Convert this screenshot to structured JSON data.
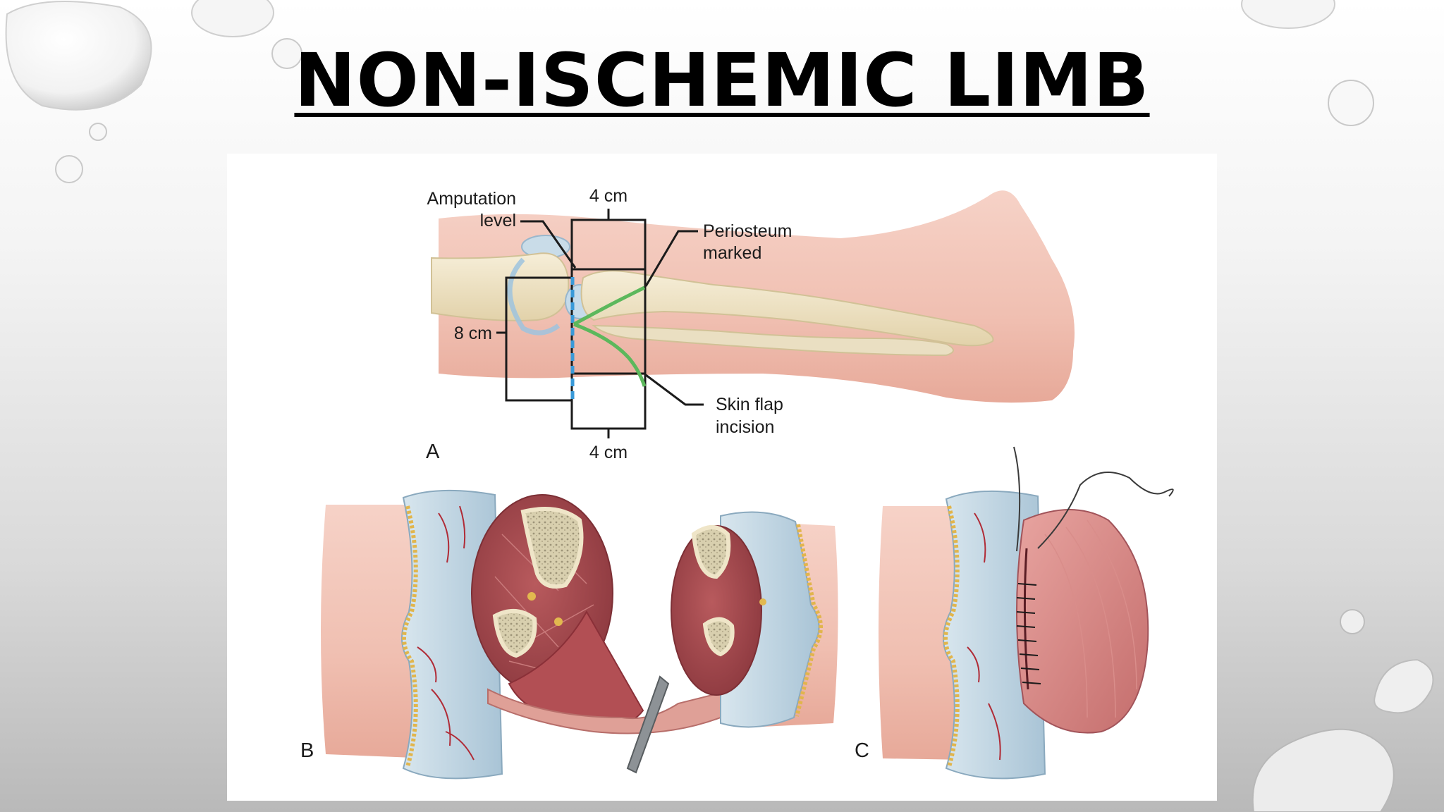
{
  "slide": {
    "title": "NON-ISCHEMIC LIMB"
  },
  "figure": {
    "panel_labels": {
      "a": "A",
      "b": "B",
      "c": "C"
    },
    "annotations": {
      "amputation_level_line1": "Amputation",
      "amputation_level_line2": "level",
      "top_width": "4 cm",
      "bottom_width": "4 cm",
      "height": "8 cm",
      "periosteum_line1": "Periosteum",
      "periosteum_line2": "marked",
      "skin_flap_line1": "Skin flap",
      "skin_flap_line2": "incision"
    },
    "colors": {
      "skin": "#f1c3b6",
      "bone": "#efe3c4",
      "muscle": "#a8474c",
      "fascia": "#c8dce8",
      "amputation_line": "#3a9ad8",
      "incision_line": "#5cb85c"
    }
  }
}
